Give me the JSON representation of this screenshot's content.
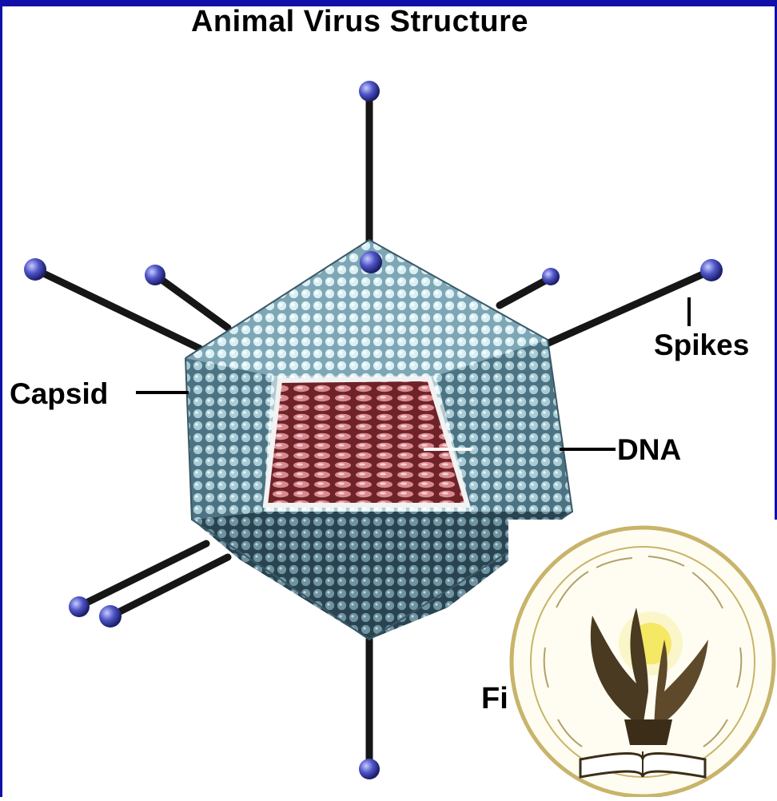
{
  "title": "Animal Virus Structure",
  "labels": {
    "capsid": "Capsid",
    "spikes": "Spikes",
    "dna": "DNA",
    "figure_fragment": "Fi"
  },
  "seal": {
    "description_icon": "eagle-over-book-emblem-icon"
  },
  "colors": {
    "frame_blue": "#1010a8",
    "capsid_light": "#bfe0ea",
    "capsid_dark": "#3b5f6e",
    "dna_red": "#a0434a",
    "spike_ball": "#4f55c8",
    "seal_gold": "#c8b46a"
  }
}
